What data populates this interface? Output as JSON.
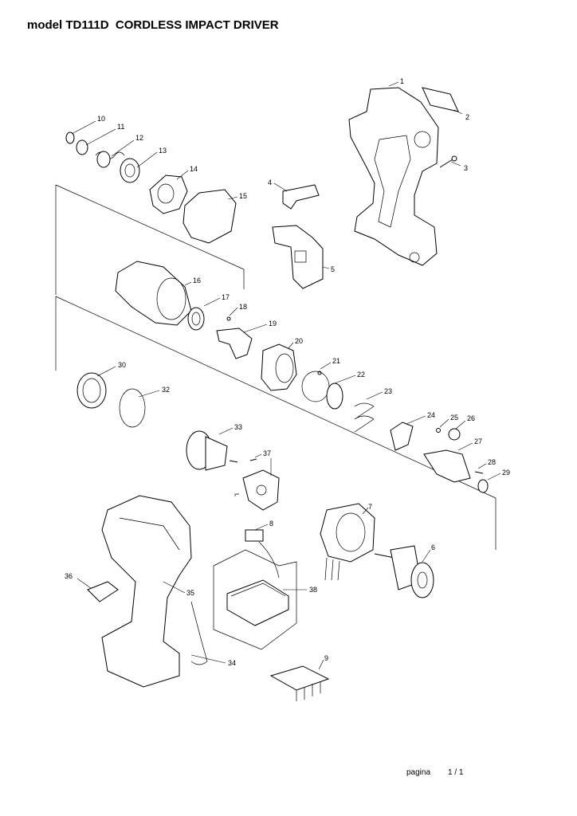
{
  "header": {
    "title": "model TD111D  CORDLESS IMPACT DRIVER"
  },
  "footer": {
    "label": "pagina",
    "page": "1 / 1"
  },
  "diagram": {
    "callouts": [
      "1",
      "2",
      "3",
      "4",
      "5",
      "6",
      "7",
      "8",
      "9",
      "10",
      "11",
      "12",
      "13",
      "14",
      "15",
      "16",
      "17",
      "18",
      "19",
      "20",
      "21",
      "22",
      "23",
      "24",
      "25",
      "26",
      "27",
      "28",
      "29",
      "30",
      "32",
      "33",
      "34",
      "35",
      "36",
      "37",
      "38"
    ]
  }
}
